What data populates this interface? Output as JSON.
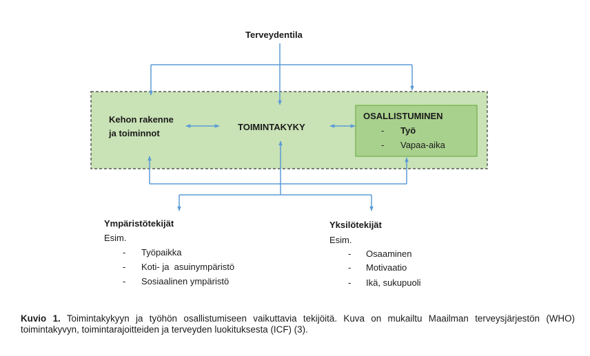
{
  "diagram": {
    "top_label": "Terveydentila",
    "left_label_line1": "Kehon rakenne",
    "left_label_line2": "ja toiminnot",
    "center_label": "TOIMINTAKYKY",
    "participation": {
      "title": "OSALLISTUMINEN",
      "items": [
        {
          "dash": "-",
          "text": "Työ"
        },
        {
          "dash": "-",
          "text": "Vapaa-aika"
        }
      ]
    },
    "environment": {
      "title": "Ympäristötekijät",
      "esim": "Esim.",
      "items": [
        {
          "dash": "-",
          "text": "Työpaikka"
        },
        {
          "dash": "-",
          "text": "Koti- ja  asuinympäristö"
        },
        {
          "dash": "-",
          "text": "Sosiaalinen ympäristö"
        }
      ]
    },
    "personal": {
      "title": "Yksilötekijät",
      "esim": "Esim.",
      "items": [
        {
          "dash": "-",
          "text": "Osaaminen"
        },
        {
          "dash": "-",
          "text": "Motivaatio"
        },
        {
          "dash": "-",
          "text": "Ikä, sukupuoli"
        }
      ]
    },
    "colors": {
      "outer_fill": "#c9e2b6",
      "inner_fill": "#a9d18e",
      "inner_border": "#70ad47",
      "arrow": "#5b9bd5"
    }
  },
  "caption": {
    "lead": "Kuvio 1.",
    "text": " Toimintakykyyn ja työhön osallistumiseen vaikuttavia tekijöitä. Kuva on mukailtu Maailman terveysjärjestön (WHO) toimintakyvyn, toimintarajoitteiden ja terveyden luokituksesta (ICF) (3)."
  }
}
